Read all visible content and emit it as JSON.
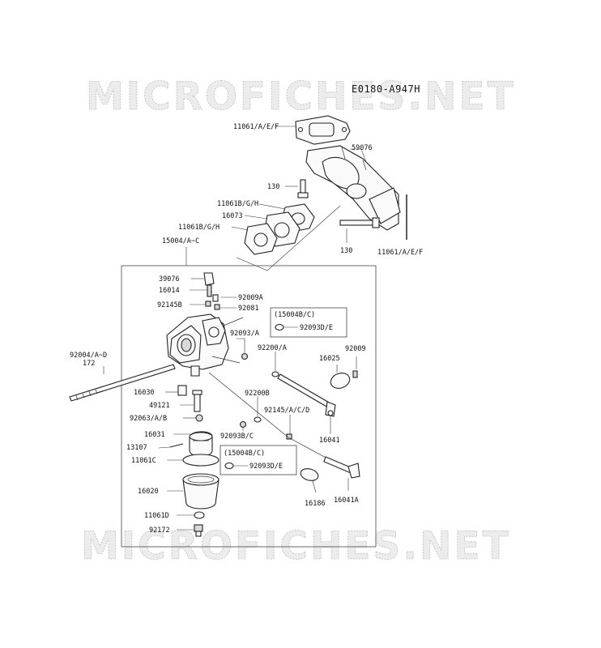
{
  "diagram_code": "E0180-A947H",
  "watermark": "MICROFICHES.NET",
  "icons": [
    "manifold-gasket-icon",
    "intake-manifold-icon",
    "carburetor-icon",
    "float-bowl-icon",
    "float-icon",
    "throttle-shaft-icon",
    "choke-shaft-icon",
    "bolt-icon",
    "screw-icon",
    "jet-icon"
  ],
  "labels": {
    "p11061_aef_top": "11061/A/E/F",
    "p59076": "59076",
    "p130_a": "130",
    "p11061bgh_1": "11061B/G/H",
    "p16073": "16073",
    "p11061bgh_2": "11061B/G/H",
    "p130_b": "130",
    "p11061_aef_side": "11061/A/E/F",
    "p15004ac": "15004/A~C",
    "p39076": "39076",
    "p16014": "16014",
    "p92009a": "92009A",
    "p92145b": "92145B",
    "p92081": "92081",
    "kit1_title": "(15004B/C)",
    "kit1_item": "92093D/E",
    "p92093a": "92093/A",
    "p92200a": "92200/A",
    "p16025": "16025",
    "p92009": "92009",
    "p92004": "92004/A~D",
    "p172": "172",
    "p16030": "16030",
    "p49121": "49121",
    "p92200b": "92200B",
    "p92145acd": "92145/A/C/D",
    "p92063ab": "92063/A/B",
    "p16041": "16041",
    "p92093bc": "92093B/C",
    "p16031": "16031",
    "p13107": "13107",
    "p11061c": "11061C",
    "kit2_title": "(15004B/C)",
    "kit2_item": "92093D/E",
    "p16020": "16020",
    "p16186": "16186",
    "p16041a": "16041A",
    "p11061d": "11061D",
    "p92172": "92172"
  }
}
